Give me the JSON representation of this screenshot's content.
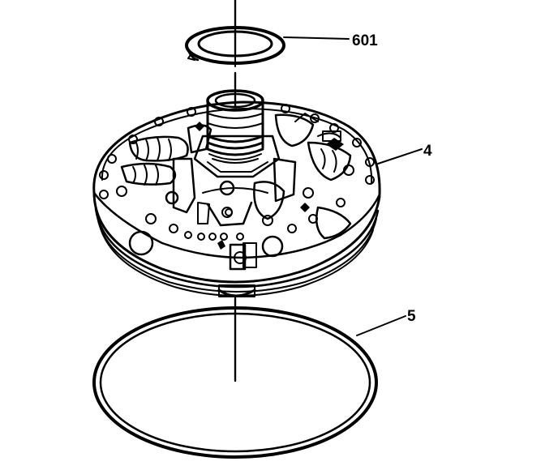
{
  "callouts": {
    "seal": {
      "label": "601"
    },
    "pump": {
      "label": "4"
    },
    "oring": {
      "label": "5"
    }
  },
  "colors": {
    "ink": "#000000",
    "background": "#ffffff"
  }
}
